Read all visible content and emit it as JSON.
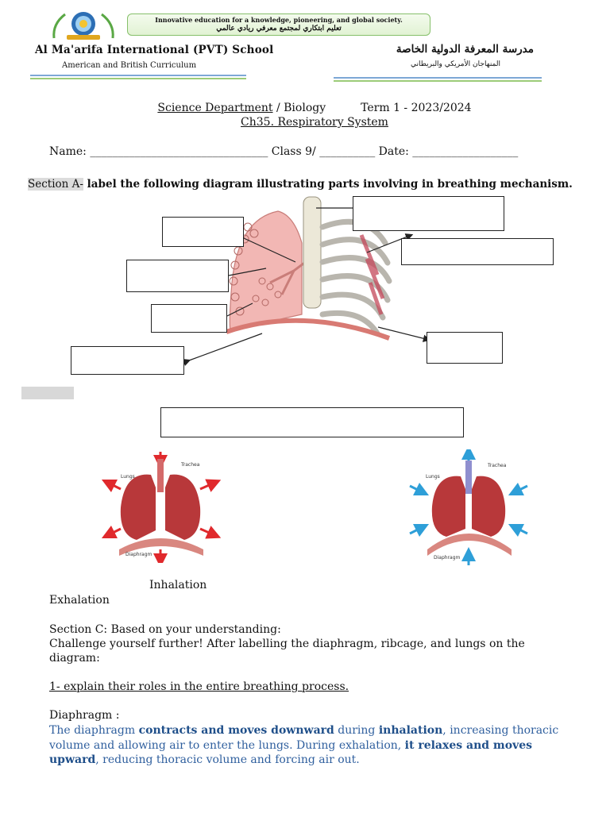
{
  "header": {
    "banner_en": "Innovative education for a knowledge, pioneering, and global society.",
    "banner_ar": "تعليم ابتكاري لمجتمع معرفي ريادي عالمي",
    "school_en": "Al Ma'arifa International (PVT) School",
    "curriculum_en": "American and British Curriculum",
    "school_ar": "مدرسة المعرفة الدولية الخاصة",
    "curriculum_ar": "المنهاجان الأمريكي والبريطاني"
  },
  "title": {
    "department": "Science Department",
    "sep": " / Biology",
    "term": "Term 1 - 2023/2024",
    "chapter": "Ch35. Respiratory System"
  },
  "student_line": "Name: ________________________________ Class 9/ __________ Date: ___________________",
  "section_a": {
    "prefix": "Section A-",
    "instruction": " label the following diagram illustrating parts involving in breathing mechanism."
  },
  "figures": {
    "inhalation_label": "Inhalation",
    "exhalation_label": "Exhalation",
    "fig_labels": {
      "lungs": "Lungs",
      "trachea": "Trachea",
      "diaphragm": "Diaphragm"
    }
  },
  "section_c": {
    "heading": "Section C: Based on your understanding:",
    "body": "Challenge yourself further! After labelling the diaphragm, ribcage, and lungs on the diagram:",
    "question": "1- explain their roles in the entire breathing process.",
    "diaphragm_label": "Diaphragm :",
    "answer": {
      "t1": "The diaphragm ",
      "b1": "contracts and moves downward",
      "t2": " during ",
      "b2": "inhalation",
      "t3": ", increasing thoracic volume and allowing air to enter the lungs. During exhalation, ",
      "b3": "it relaxes and moves upward",
      "t4": ", reducing thoracic volume and forcing air out."
    }
  },
  "colors": {
    "lung_pink": "#f2b7b4",
    "lung_red": "#c0392b",
    "arrow_red": "#e0292c",
    "arrow_blue": "#2e9fd8",
    "answer_blue": "#2f5f9e"
  }
}
